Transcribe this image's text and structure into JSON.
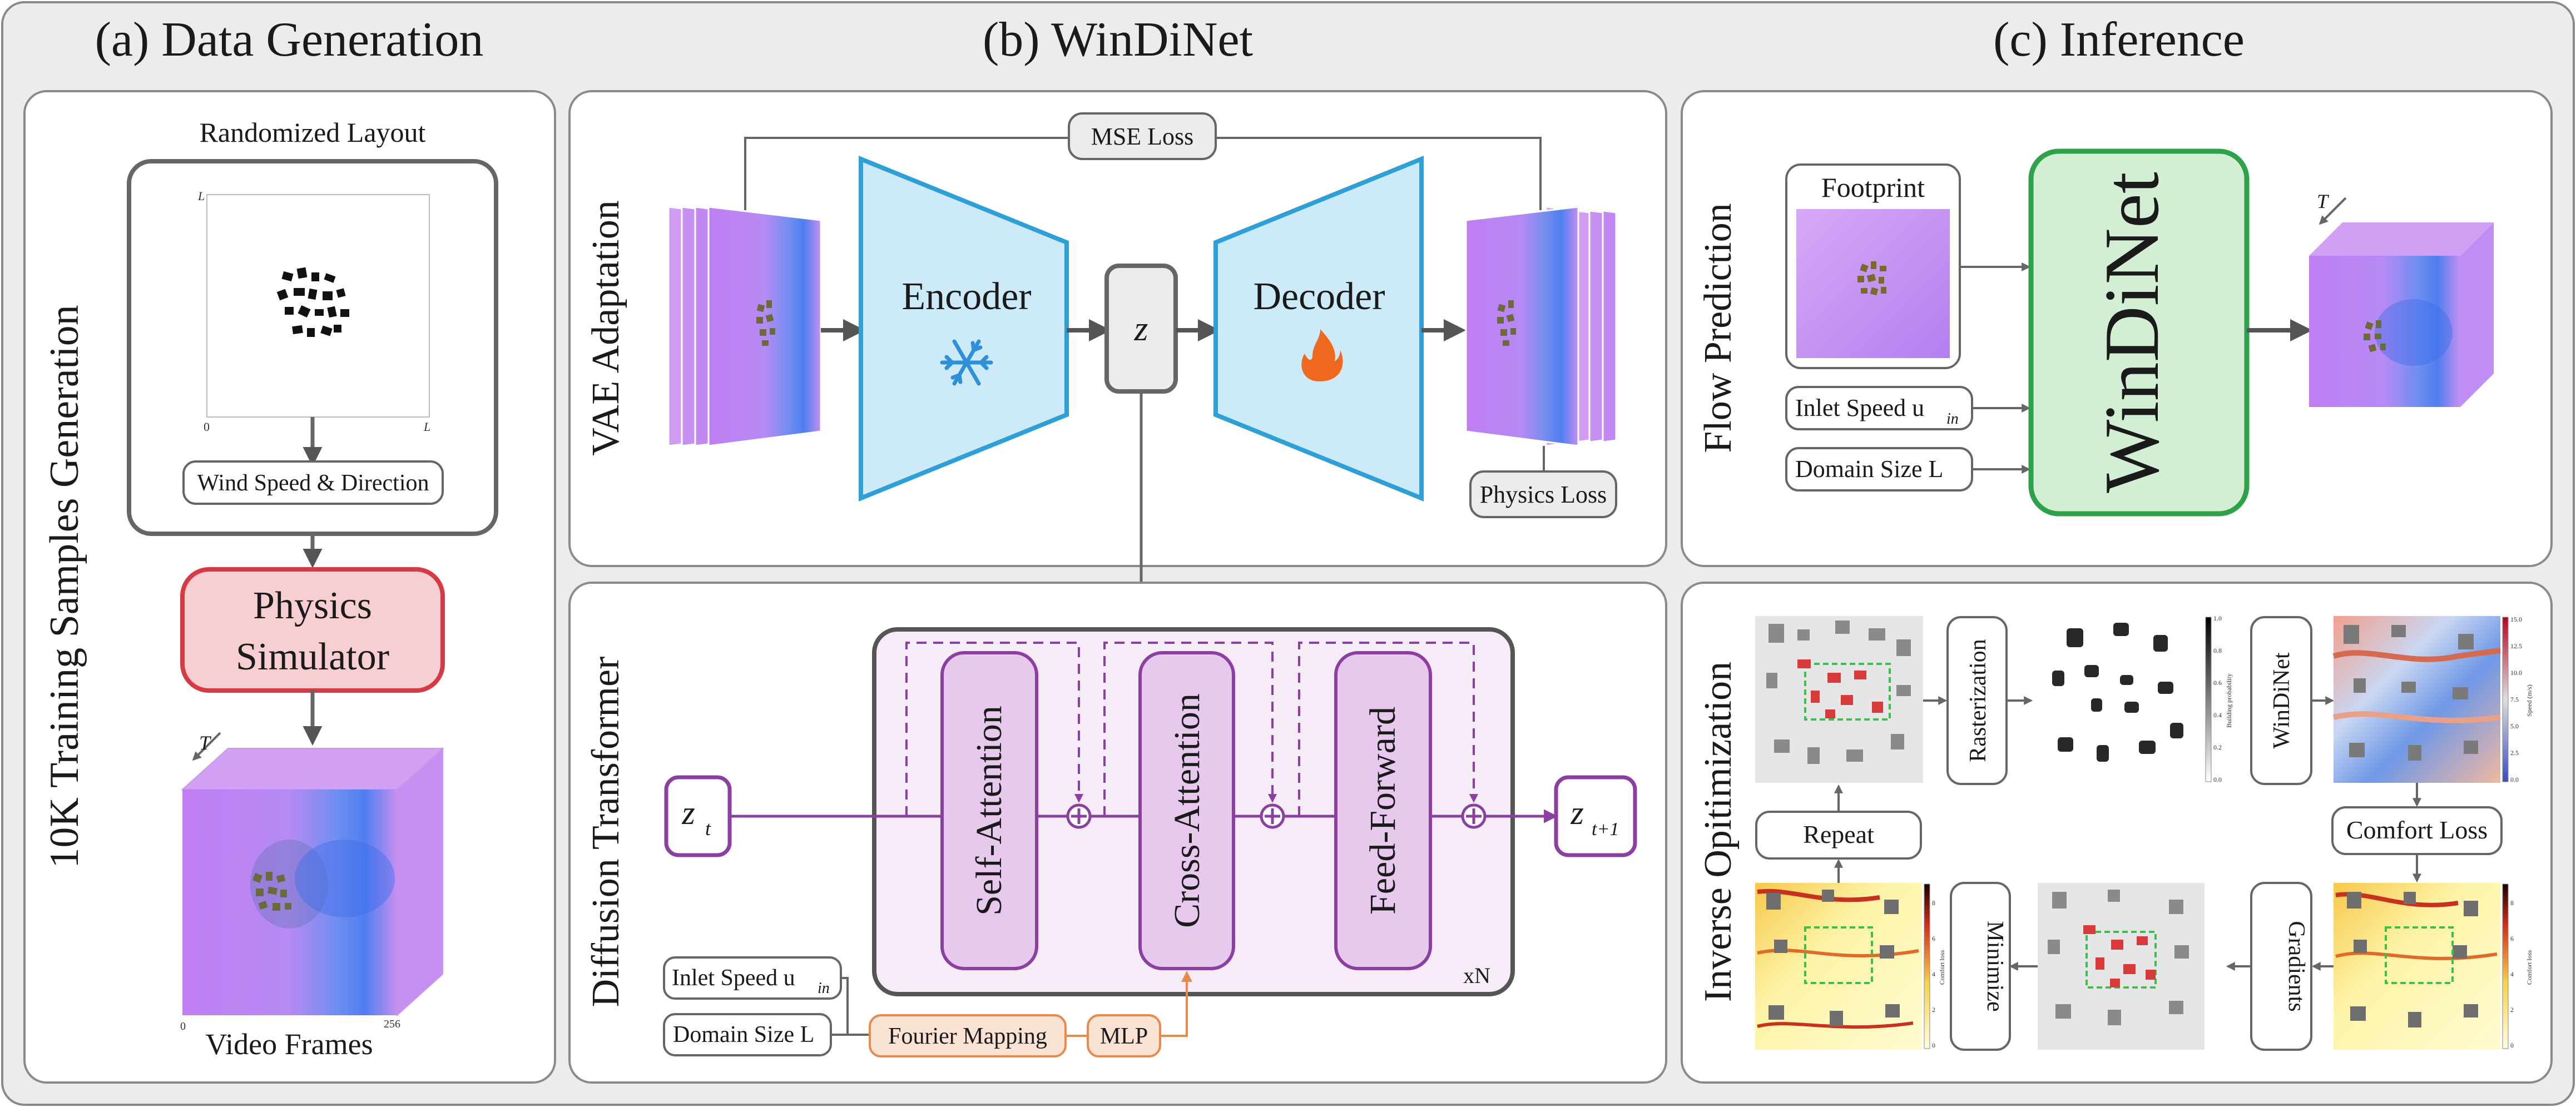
{
  "sections": {
    "a": {
      "title": "(a) Data Generation",
      "side_label": "10K Training Samples Generation",
      "layout_title": "Randomized Layout",
      "axis_L": "L",
      "axis_zero": "0",
      "axis_L_x": "L",
      "wind_label": "Wind Speed & Direction",
      "simulator_line1": "Physics",
      "simulator_line2": "Simulator",
      "time_label": "T",
      "frames_zero": "0",
      "frames_max": "256",
      "video_label": "Video Frames"
    },
    "b": {
      "title": "(b) WinDiNet",
      "vae_label": "VAE Adaptation",
      "mse_loss": "MSE Loss",
      "encoder": "Encoder",
      "decoder": "Decoder",
      "z": "z",
      "physics_loss": "Physics Loss",
      "dit_label": "Diffusion Transformer",
      "self_attention": "Self-Attention",
      "cross_attention": "Cross-Attention",
      "feed_forward": "Feed-Forward",
      "zt": "z",
      "zt_sub": "t",
      "zt1": "z",
      "zt1_sub": "t+1",
      "xN": "xN",
      "inlet_speed": "Inlet Speed u",
      "inlet_sub": "in",
      "domain_size": "Domain Size L",
      "fourier": "Fourier Mapping",
      "mlp": "MLP"
    },
    "c": {
      "title": "(c) Inference",
      "flow_label": "Flow Prediction",
      "footprint": "Footprint",
      "inlet_speed": "Inlet Speed u",
      "inlet_sub": "in",
      "domain_size": "Domain Size L",
      "windinet": "WinDiNet",
      "time_label": "T",
      "inverse_label": "Inverse Opitimization",
      "rasterization": "Rasterization",
      "windinet_small": "WinDiNet",
      "comfort_loss": "Comfort Loss",
      "gradients": "Gradients",
      "minimize": "Minimize",
      "repeat": "Repeat",
      "bp_label": "Building probability",
      "speed_label": "Speed (m/s)",
      "comfort_label": "Comfort loss",
      "bp_ticks": [
        "1.0",
        "0.8",
        "0.6",
        "0.4",
        "0.2",
        "0.0"
      ],
      "speed_ticks": [
        "15.0",
        "12.5",
        "10.0",
        "7.5",
        "5.0",
        "2.5",
        "0.0"
      ],
      "comfort_ticks": [
        "8",
        "6",
        "4",
        "2",
        "0"
      ]
    }
  },
  "colors": {
    "panel_border": "#7f7f7f",
    "encoder_fill": "#cdeaf8",
    "encoder_stroke": "#2f9fd8",
    "dit_stroke": "#8b3fa0",
    "dit_fill": "#f6ecf8",
    "attn_fill": "#e8c9ee",
    "simulator_fill": "#f7cfd3",
    "simulator_stroke": "#d63a44",
    "windinet_fill": "#d3efd3",
    "windinet_stroke": "#2ea24a",
    "orange": "#e88a4c",
    "field_purple": "#b77cf0"
  }
}
